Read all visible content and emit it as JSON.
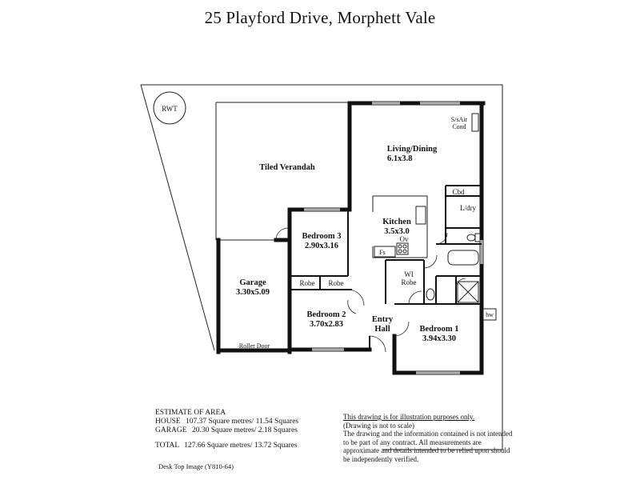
{
  "title": "25 Playford Drive,  Morphett Vale",
  "rooms": {
    "rwt": "RWT",
    "verandah": "Tiled Verandah",
    "living_name": "Living/Dining",
    "living_size": "6.1x3.8",
    "air": "S/sAir Cond",
    "cbd": "Cbd",
    "ldry": "L/dry",
    "kitchen_name": "Kitchen",
    "kitchen_size": "3.5x3.0",
    "ov": "Ov",
    "fs": "Fs",
    "bed3_name": "Bedroom 3",
    "bed3_size": "2.90x3.16",
    "robe1": "Robe",
    "robe2": "Robe",
    "garage_name": "Garage",
    "garage_size": "3.30x5.09",
    "roller": "Roller Door",
    "bed2_name": "Bedroom 2",
    "bed2_size": "3.70x2.83",
    "entry1": "Entry",
    "entry2": "Hall",
    "wi1": "WI",
    "wi2": "Robe",
    "bed1_name": "Bedroom 1",
    "bed1_size": "3.94x3.30",
    "hw": "hw"
  },
  "estimate": {
    "heading": "ESTIMATE OF AREA",
    "house_label": "HOUSE",
    "house_value": "107.37 Square metres/  11.54 Squares",
    "garage_label": "GARAGE",
    "garage_value": "20.30 Square metres/  2.18 Squares",
    "total_label": "TOTAL",
    "total_value": "127.66 Square metres/  13.72 Squares"
  },
  "ref": "Desk Top Image   (Y810-64)",
  "disclaimer": {
    "line1": "This drawing is for illustration purposes only.",
    "line2": "(Drawing is not to scale)",
    "body": "The drawing and the information contained is not intended to be part of any contract.  All measurements are approximate and details intended to be relied upon should be independently verified."
  }
}
